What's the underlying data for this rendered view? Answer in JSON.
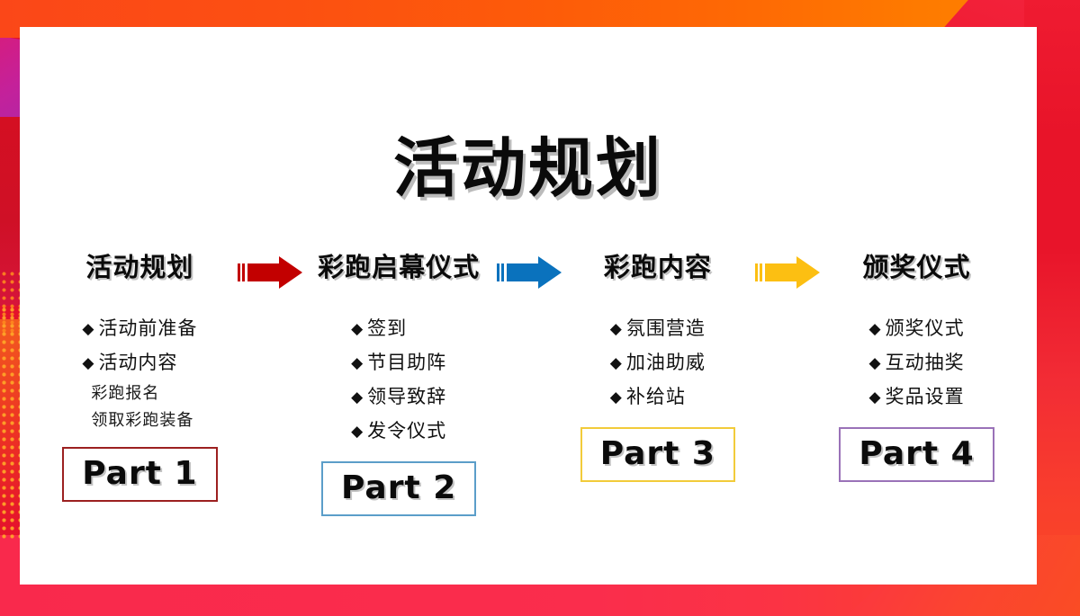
{
  "slide": {
    "title": "活动规划",
    "theme": {
      "bg_orange": "#fe7a00",
      "bg_red": "#e8142a",
      "bg_pink": "#f9294c",
      "bg_magenta": "#c4219a",
      "card_bg": "#ffffff"
    }
  },
  "columns": [
    {
      "header": "活动规划",
      "bullet_glyph": "◆",
      "bullets": [
        "活动前准备",
        "活动内容"
      ],
      "subitems": [
        "彩跑报名",
        "领取彩跑装备"
      ],
      "part_label": "Part 1",
      "part_border_color": "#9c2020",
      "arrow_color": "#c20000",
      "arrow_name": "arrow-right-red"
    },
    {
      "header": "彩跑启幕仪式",
      "bullet_glyph": "◆",
      "bullets": [
        "签到",
        "节目助阵",
        "领导致辞",
        "发令仪式"
      ],
      "subitems": [],
      "part_label": "Part 2",
      "part_border_color": "#5b9ec9",
      "arrow_color": "#0a72bd",
      "arrow_name": "arrow-right-blue"
    },
    {
      "header": "彩跑内容",
      "bullet_glyph": "◆",
      "bullets": [
        "氛围营造",
        "加油助威",
        "补给站"
      ],
      "subitems": [],
      "part_label": "Part 3",
      "part_border_color": "#f2cb3a",
      "arrow_color": "#fcbf12",
      "arrow_name": "arrow-right-yellow"
    },
    {
      "header": "颁奖仪式",
      "bullet_glyph": "◆",
      "bullets": [
        "颁奖仪式",
        "互动抽奖",
        "奖品设置"
      ],
      "subitems": [],
      "part_label": "Part 4",
      "part_border_color": "#9a72b8",
      "arrow_color": "",
      "arrow_name": ""
    }
  ]
}
